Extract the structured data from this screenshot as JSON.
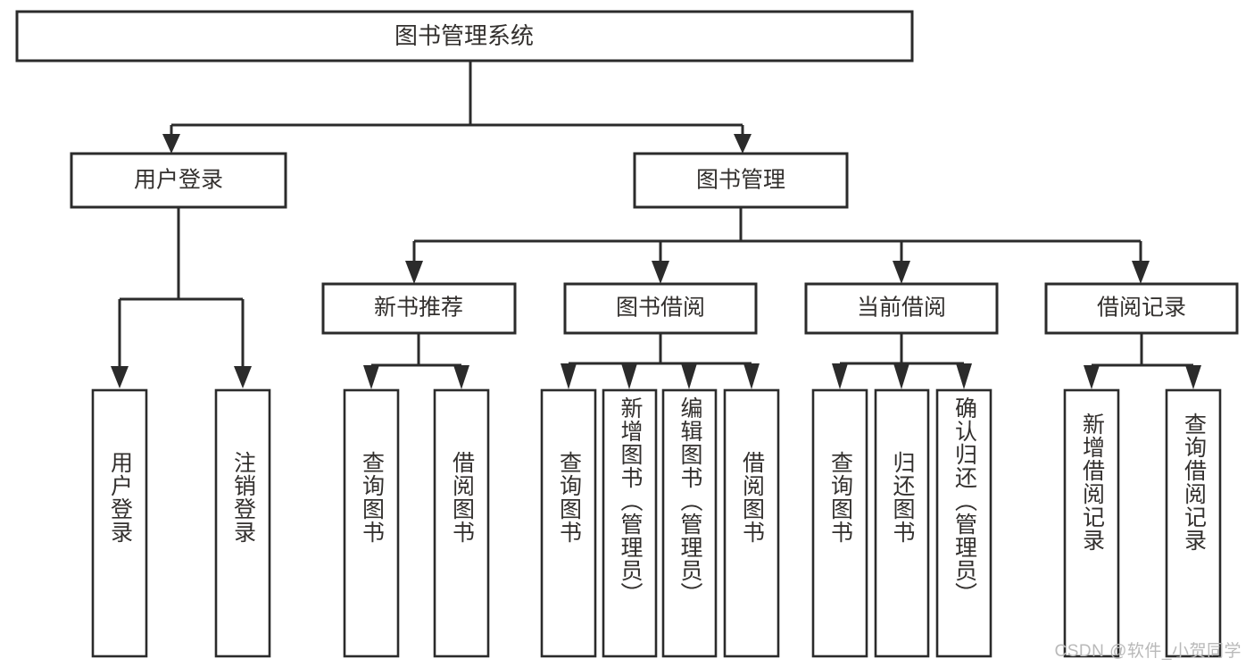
{
  "diagram": {
    "type": "hierarchy-tree",
    "title": "图书管理系统",
    "orientation": "top-down",
    "levels": 4,
    "root": {
      "id": "root",
      "label": "图书管理系统",
      "orientation": "horizontal"
    },
    "level2": [
      {
        "id": "user-login",
        "label": "用户登录",
        "orientation": "horizontal"
      },
      {
        "id": "book-manage",
        "label": "图书管理",
        "orientation": "horizontal"
      }
    ],
    "level3": [
      {
        "id": "new-book-recommend",
        "label": "新书推荐",
        "parent": "book-manage",
        "orientation": "horizontal"
      },
      {
        "id": "book-borrow",
        "label": "图书借阅",
        "parent": "book-manage",
        "orientation": "horizontal"
      },
      {
        "id": "current-borrow",
        "label": "当前借阅",
        "parent": "book-manage",
        "orientation": "horizontal"
      },
      {
        "id": "borrow-record",
        "label": "借阅记录",
        "parent": "book-manage",
        "orientation": "horizontal"
      }
    ],
    "leaves": [
      {
        "id": "leaf-user-login",
        "label": "用户登录",
        "parent": "user-login",
        "orientation": "vertical"
      },
      {
        "id": "leaf-user-logout",
        "label": "注销登录",
        "parent": "user-login",
        "orientation": "vertical"
      },
      {
        "id": "leaf-query-book-1",
        "label": "查询图书",
        "parent": "new-book-recommend",
        "orientation": "vertical"
      },
      {
        "id": "leaf-borrow-book-1",
        "label": "借阅图书",
        "parent": "new-book-recommend",
        "orientation": "vertical"
      },
      {
        "id": "leaf-query-book-2",
        "label": "查询图书",
        "parent": "book-borrow",
        "orientation": "vertical"
      },
      {
        "id": "leaf-add-book",
        "label": "新增图书（管理员）",
        "parent": "book-borrow",
        "orientation": "vertical"
      },
      {
        "id": "leaf-edit-book",
        "label": "编辑图书（管理员）",
        "parent": "book-borrow",
        "orientation": "vertical"
      },
      {
        "id": "leaf-borrow-book-2",
        "label": "借阅图书",
        "parent": "book-borrow",
        "orientation": "vertical"
      },
      {
        "id": "leaf-query-book-3",
        "label": "查询图书",
        "parent": "current-borrow",
        "orientation": "vertical"
      },
      {
        "id": "leaf-return-book",
        "label": "归还图书",
        "parent": "current-borrow",
        "orientation": "vertical"
      },
      {
        "id": "leaf-confirm-return",
        "label": "确认归还（管理员）",
        "parent": "current-borrow",
        "orientation": "vertical"
      },
      {
        "id": "leaf-add-record",
        "label": "新增借阅记录",
        "parent": "borrow-record",
        "orientation": "vertical"
      },
      {
        "id": "leaf-query-record",
        "label": "查询借阅记录",
        "parent": "borrow-record",
        "orientation": "vertical"
      }
    ]
  },
  "colors": {
    "stroke": "#2b2b2b",
    "fill": "#ffffff",
    "text": "#33302e",
    "watermark": "#b9b9b9",
    "background": "#ffffff"
  },
  "watermark": {
    "text": "CSDN @软件_小贺同学"
  }
}
